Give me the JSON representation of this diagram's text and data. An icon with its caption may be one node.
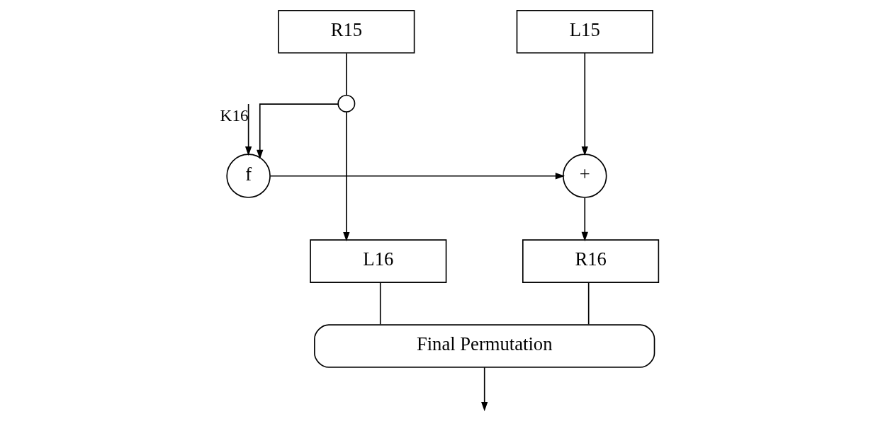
{
  "diagram": {
    "nodes": [
      {
        "text": [
          "L15"
        ]
      },
      {
        "text": [
          "R15"
        ]
      },
      {
        "text": [
          "+"
        ]
      },
      {
        "text": [
          "f"
        ]
      },
      {
        "text": [],
        "shape": "circle"
      },
      {
        "text": [
          "R16"
        ]
      },
      {
        "text": [
          "L16"
        ]
      },
      {
        "text": [
          "Final Permutation"
        ]
      }
    ],
    "edges": [
      {
        "from": 0,
        "to": 2,
        "arrow": "to"
      },
      {
        "from": 1,
        "to": 4,
        "arrow": "none"
      },
      {
        "from": null,
        "to": 3,
        "arrow": "to",
        "label": "K16"
      },
      {
        "from": 4,
        "to": 3,
        "arrow": "to"
      },
      {
        "from": 3,
        "to": 2,
        "arrow": "to"
      },
      {
        "from": 4,
        "to": 6,
        "arrow": "to"
      },
      {
        "from": 2,
        "to": 5,
        "arrow": "to"
      },
      {
        "from": 5,
        "to": 7,
        "arrow": "none"
      },
      {
        "from": 6,
        "to": 7,
        "arrow": "none"
      },
      {
        "from": 7,
        "to": null,
        "arrow": "to"
      }
    ]
  }
}
